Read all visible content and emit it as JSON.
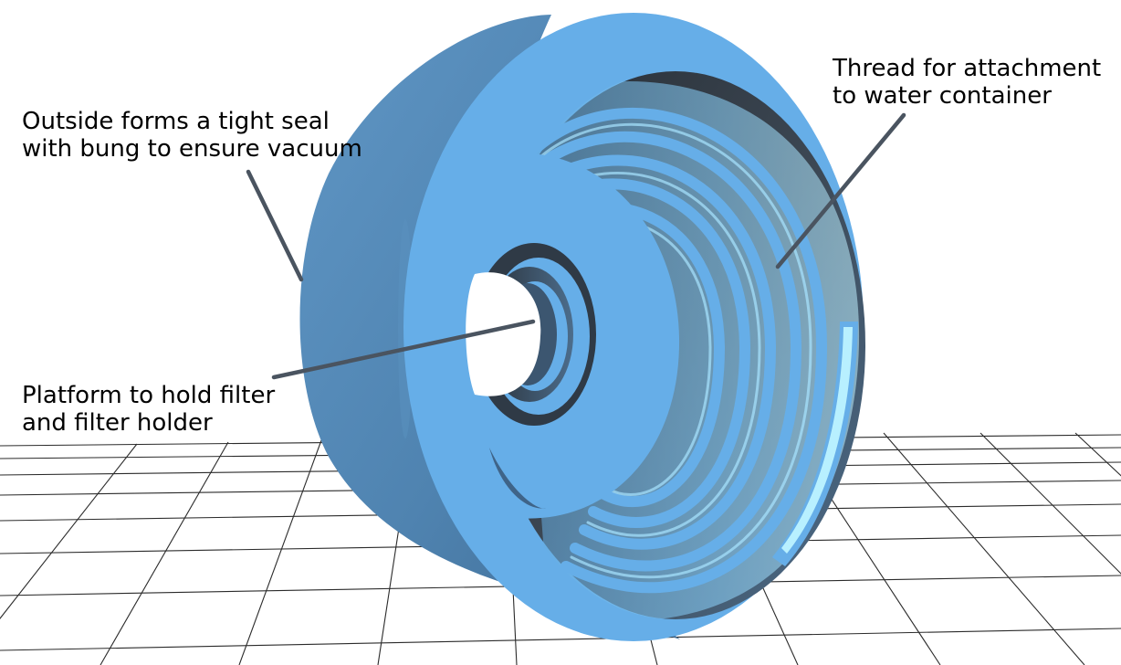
{
  "annotations": {
    "outside_seal": {
      "line1": "Outside forms a tight seal",
      "line2": "with bung to ensure vacuum"
    },
    "thread": {
      "line1": "Thread for attachment",
      "line2": "to water container"
    },
    "platform": {
      "line1": "Platform to hold filter",
      "line2": "and filter holder"
    }
  },
  "colors": {
    "part_face": "#66aee8",
    "part_side": "#5488b4",
    "thread_light": "#9ee0ff",
    "thread_dark": "#2f3a46",
    "leader_line": "#4a5460",
    "grid_line": "#2b2b2b",
    "background": "#ffffff"
  }
}
